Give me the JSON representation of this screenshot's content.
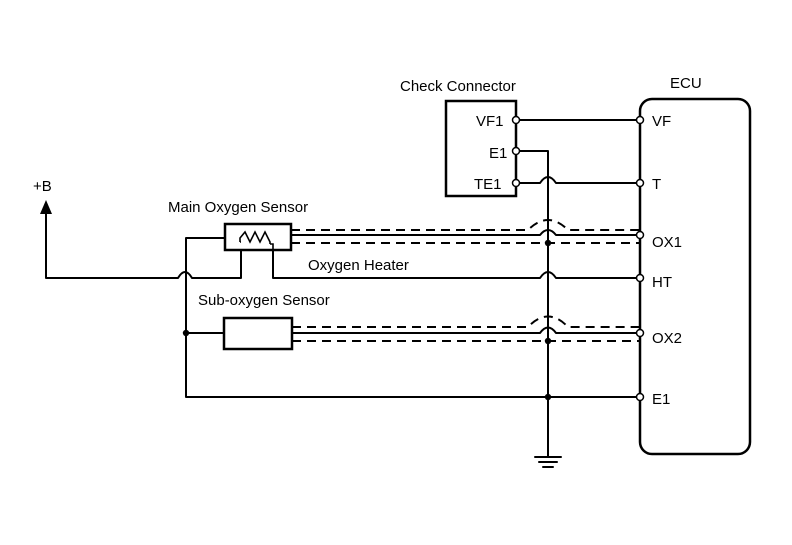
{
  "power": {
    "label": "+B"
  },
  "check_connector": {
    "title": "Check Connector",
    "pins": [
      "VF1",
      "E1",
      "TE1"
    ]
  },
  "ecu": {
    "title": "ECU",
    "pins": [
      "VF",
      "T",
      "OX1",
      "HT",
      "OX2",
      "E1"
    ]
  },
  "labels": {
    "main_sensor": "Main Oxygen Sensor",
    "heater": "Oxygen Heater",
    "sub_sensor": "Sub-oxygen Sensor"
  }
}
